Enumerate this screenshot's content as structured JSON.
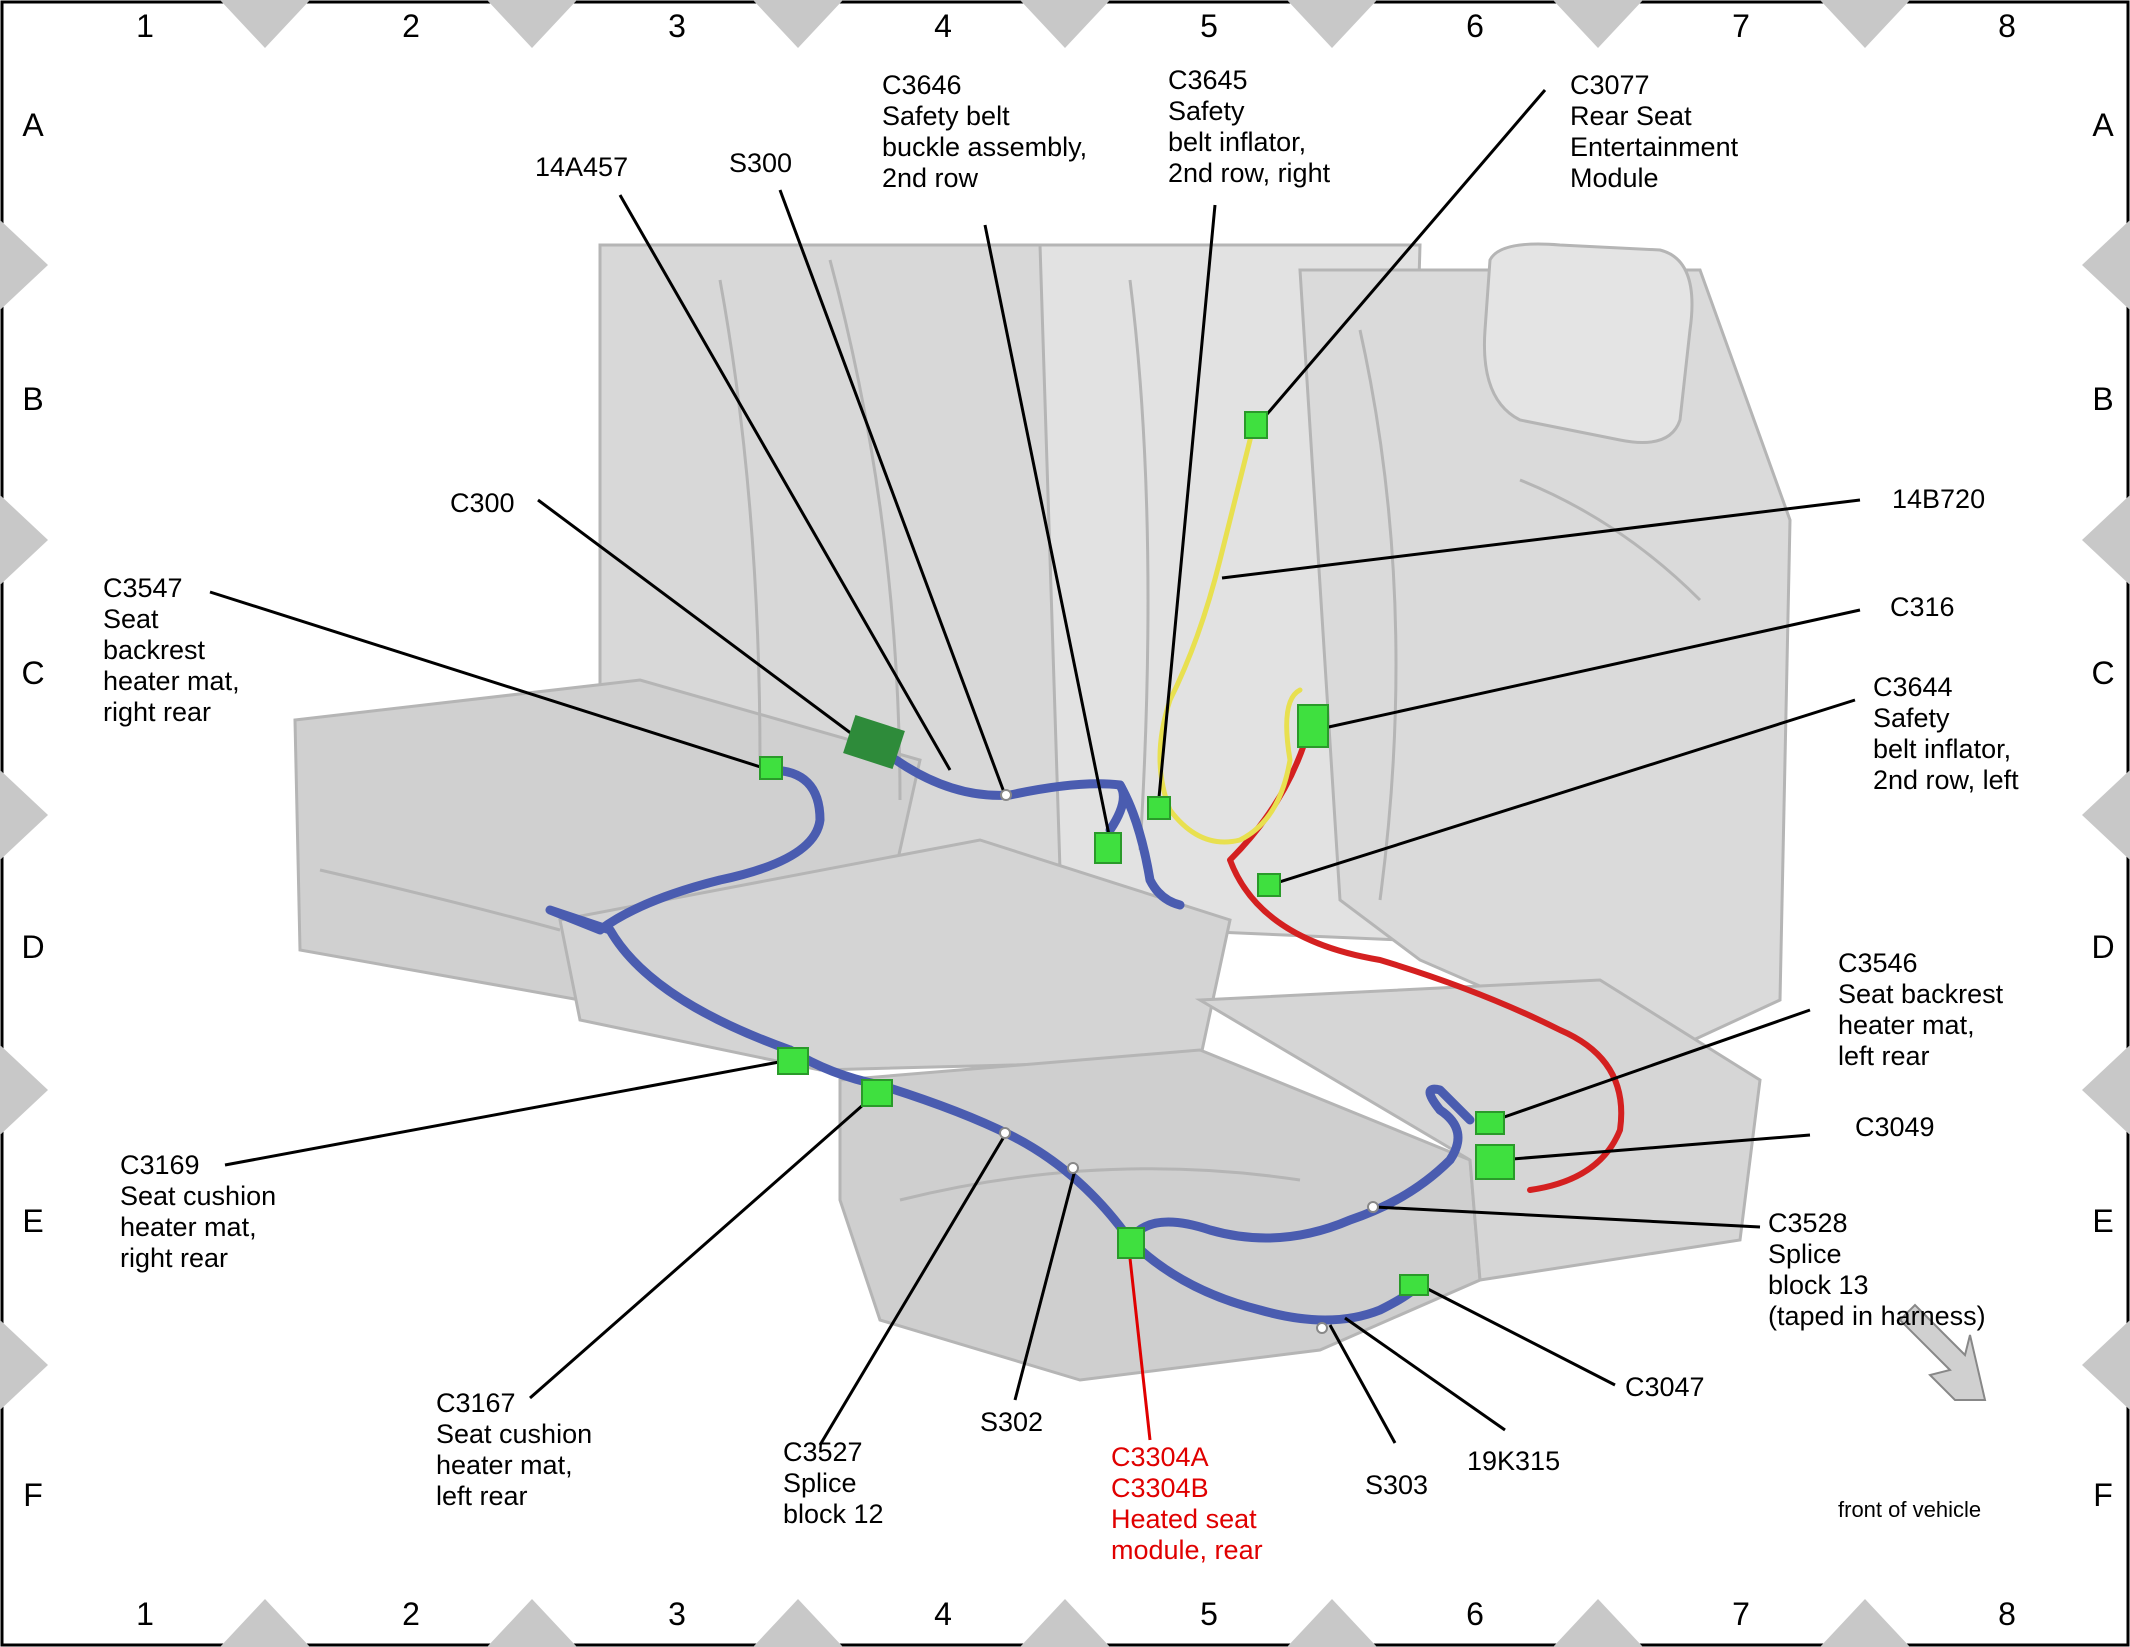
{
  "grid": {
    "columns": [
      "1",
      "2",
      "3",
      "4",
      "5",
      "6",
      "7",
      "8"
    ],
    "rows": [
      "A",
      "B",
      "C",
      "D",
      "E",
      "F"
    ]
  },
  "callouts": {
    "c14a457": {
      "lines": [
        "14A457"
      ]
    },
    "s300": {
      "lines": [
        "S300"
      ]
    },
    "c3646": {
      "lines": [
        "C3646",
        "Safety belt",
        "buckle assembly,",
        "2nd row"
      ]
    },
    "c3645": {
      "lines": [
        "C3645",
        "Safety",
        "belt inflator,",
        "2nd row, right"
      ]
    },
    "c3077": {
      "lines": [
        "C3077",
        "Rear Seat",
        "Entertainment",
        "Module"
      ]
    },
    "c300": {
      "lines": [
        "C300"
      ]
    },
    "c3547": {
      "lines": [
        "C3547",
        "Seat",
        "backrest",
        "heater mat,",
        "right rear"
      ]
    },
    "c14b720": {
      "lines": [
        "14B720"
      ]
    },
    "c316": {
      "lines": [
        "C316"
      ]
    },
    "c3644": {
      "lines": [
        "C3644",
        "Safety",
        "belt inflator,",
        "2nd row, left"
      ]
    },
    "c3546": {
      "lines": [
        "C3546",
        "Seat backrest",
        "heater mat,",
        "left rear"
      ]
    },
    "c3049": {
      "lines": [
        "C3049"
      ]
    },
    "c3528": {
      "lines": [
        "C3528",
        "Splice",
        "block 13",
        "(taped in harness)"
      ]
    },
    "c3169": {
      "lines": [
        "C3169",
        "Seat cushion",
        "heater mat,",
        "right rear"
      ]
    },
    "c3167": {
      "lines": [
        "C3167",
        "Seat cushion",
        "heater mat,",
        "left rear"
      ]
    },
    "c3527": {
      "lines": [
        "C3527",
        "Splice",
        "block 12"
      ]
    },
    "s302": {
      "lines": [
        "S302"
      ]
    },
    "c3304": {
      "lines": [
        "C3304A",
        "C3304B",
        "Heated seat",
        "module, rear"
      ]
    },
    "s303": {
      "lines": [
        "S303"
      ]
    },
    "c19k315": {
      "lines": [
        "19K315"
      ]
    },
    "c3047": {
      "lines": [
        "C3047"
      ]
    }
  },
  "front_of_vehicle": "front of vehicle",
  "colors": {
    "harness_blue": "#4a5cb0",
    "harness_red": "#d42020",
    "harness_yellow": "#e8e050",
    "connector_green": "#3fe03f",
    "module_green": "#2e8b3a",
    "seat_fill": "#dcdcdc",
    "seat_edge": "#b5b5b5",
    "frame_tab": "#c8c8c8",
    "highlight_label": "#e00000"
  }
}
